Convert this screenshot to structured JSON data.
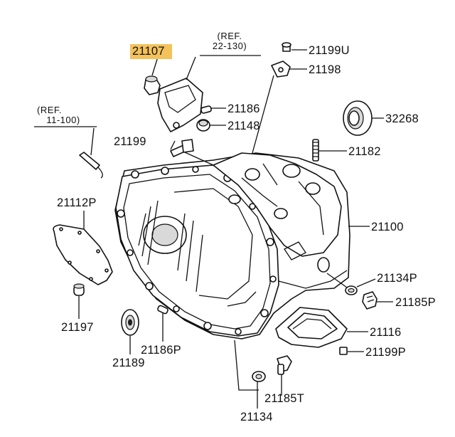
{
  "parts": {
    "p21107": "21107",
    "p21199u": "21199U",
    "p21198": "21198",
    "p21186": "21186",
    "p21148": "21148",
    "p21199": "21199",
    "p32268": "32268",
    "p21182": "21182",
    "p21112p": "21112P",
    "p21100": "21100",
    "p21134p": "21134P",
    "p21185p": "21185P",
    "p21116": "21116",
    "p21199p": "21199P",
    "p21197": "21197",
    "p21186p": "21186P",
    "p21189": "21189",
    "p21185t": "21185T",
    "p21134": "21134"
  },
  "refs": {
    "ref_22_130_line1": "(REF.",
    "ref_22_130_line2": "22-130)",
    "ref_11_100_line1": "(REF.",
    "ref_11_100_line2": "11-100)"
  },
  "colors": {
    "highlight": "#f3c25a",
    "line": "#111111"
  }
}
